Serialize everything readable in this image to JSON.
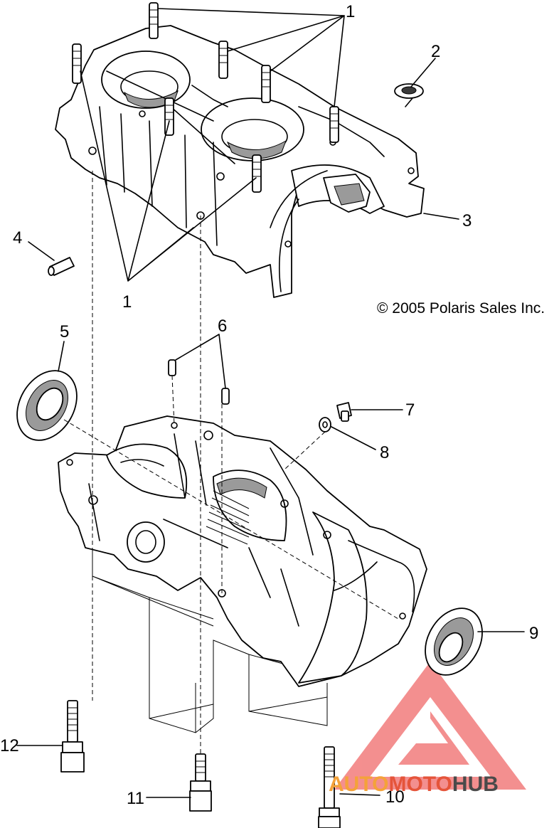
{
  "copyright": "© 2005 Polaris Sales Inc.",
  "callouts": [
    {
      "id": "label-1-top",
      "text": "1"
    },
    {
      "id": "label-1-bottom",
      "text": "1"
    },
    {
      "id": "label-2",
      "text": "2"
    },
    {
      "id": "label-3",
      "text": "3"
    },
    {
      "id": "label-4",
      "text": "4"
    },
    {
      "id": "label-5",
      "text": "5"
    },
    {
      "id": "label-6",
      "text": "6"
    },
    {
      "id": "label-7",
      "text": "7"
    },
    {
      "id": "label-8",
      "text": "8"
    },
    {
      "id": "label-9",
      "text": "9"
    },
    {
      "id": "label-10",
      "text": "10"
    },
    {
      "id": "label-11",
      "text": "11"
    },
    {
      "id": "label-12",
      "text": "12"
    }
  ],
  "watermark": {
    "part1": "AUTO",
    "part2": "MOTO",
    "part3": "HUB",
    "color_light": "#f4a23a",
    "color_mid": "#e5543a",
    "color_dark": "#4a4a4a",
    "logo_color": "#f06a6a"
  }
}
